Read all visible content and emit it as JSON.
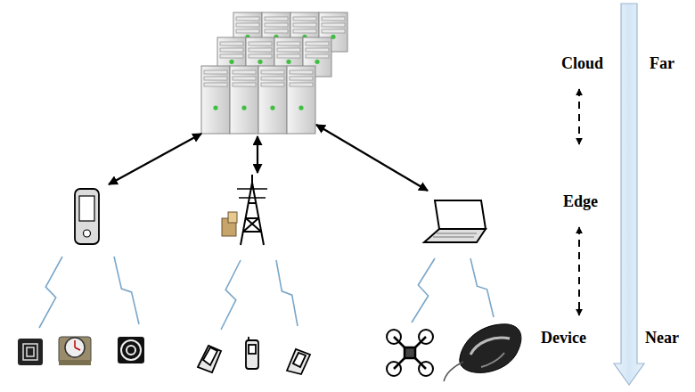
{
  "diagram": {
    "labels": [
      "Cloud",
      "Far",
      "Edge",
      "Device",
      "Near"
    ]
  }
}
